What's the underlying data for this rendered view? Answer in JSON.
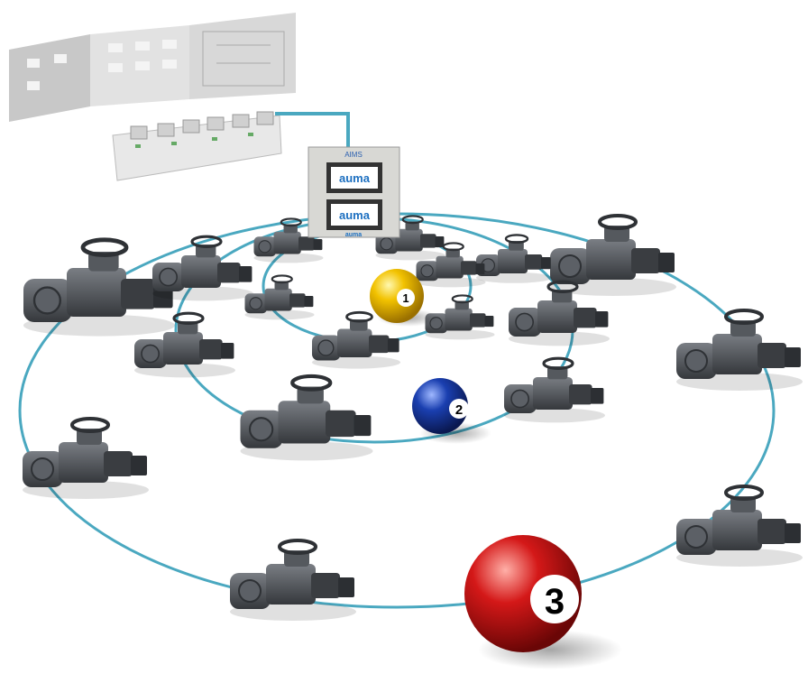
{
  "cabinet": {
    "title": "AIMS",
    "screen_top_logo": "auma",
    "screen_bottom_logo": "auma",
    "footer_logo": "auma"
  },
  "balls": [
    {
      "label": "1",
      "color": "#f2c200"
    },
    {
      "label": "2",
      "color": "#1a3fb0"
    },
    {
      "label": "3",
      "color": "#d41818"
    }
  ],
  "colors": {
    "ring": "#4aa8c0",
    "actuator": "#4a4d52"
  }
}
